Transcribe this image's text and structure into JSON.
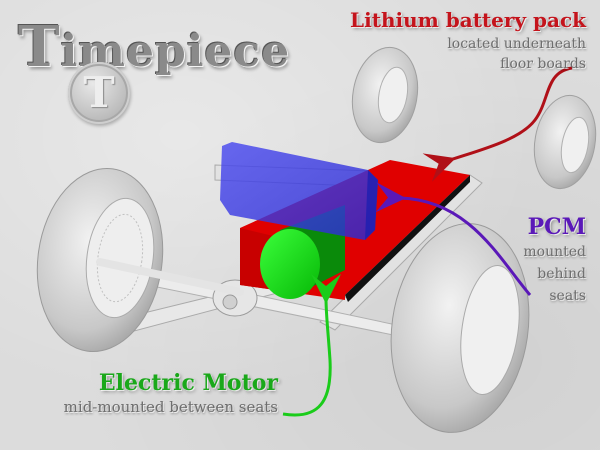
{
  "brand": {
    "title_initial": "T",
    "title_rest": "imepiece",
    "medallion_letter": "T"
  },
  "labels": {
    "battery": {
      "title": "Lithium battery pack",
      "lines": [
        "located underneath",
        "floor boards"
      ],
      "color": "#c4141c"
    },
    "pcm": {
      "title": "PCM",
      "lines": [
        "mounted",
        "behind",
        "seats"
      ],
      "color": "#5a18b8"
    },
    "motor": {
      "title": "Electric Motor",
      "lines": [
        "mid-mounted between seats"
      ],
      "color": "#1aa81a"
    }
  },
  "components": {
    "battery_color": "#e00000",
    "pcm_color": "#3a3ae8",
    "motor_color": "#10dd10",
    "chassis_color": "#e2e2e2",
    "tire_color": "#c8c8c8"
  }
}
